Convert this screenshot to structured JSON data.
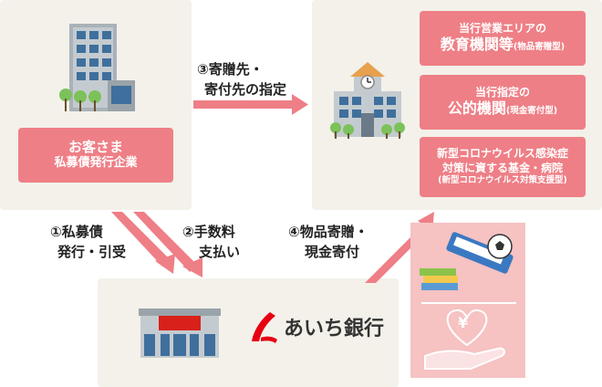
{
  "client": {
    "title": "お客さま",
    "subtitle": "私募債発行企業"
  },
  "recipients": [
    {
      "line1": "当行営業エリアの",
      "line2_main": "教育機関等",
      "line2_note": "(物品寄贈型)"
    },
    {
      "line1": "当行指定の",
      "line2_main": "公的機関",
      "line2_note": "(現金寄付型)"
    },
    {
      "line1": "新型コロナウイルス感染症",
      "line2_main": "対策に資する基金・病院",
      "line2_note": "(新型コロナウイルス対策支援型)"
    }
  ],
  "flows": {
    "designate_line1": "③寄贈先・",
    "designate_line2": "寄付先の指定",
    "issue_line1": "①私募債",
    "issue_line2": "発行・引受",
    "fee_line1": "②手数料",
    "fee_line2": "支払い",
    "donate_line1": "④物品寄贈・",
    "donate_line2": "現金寄付"
  },
  "bank": {
    "name": "あいち銀行"
  },
  "donation_card": {
    "currency_symbol": "¥"
  },
  "colors": {
    "pink": "#ee7f86",
    "panel": "#f3f1ea",
    "arrow": "#ee7f86"
  }
}
